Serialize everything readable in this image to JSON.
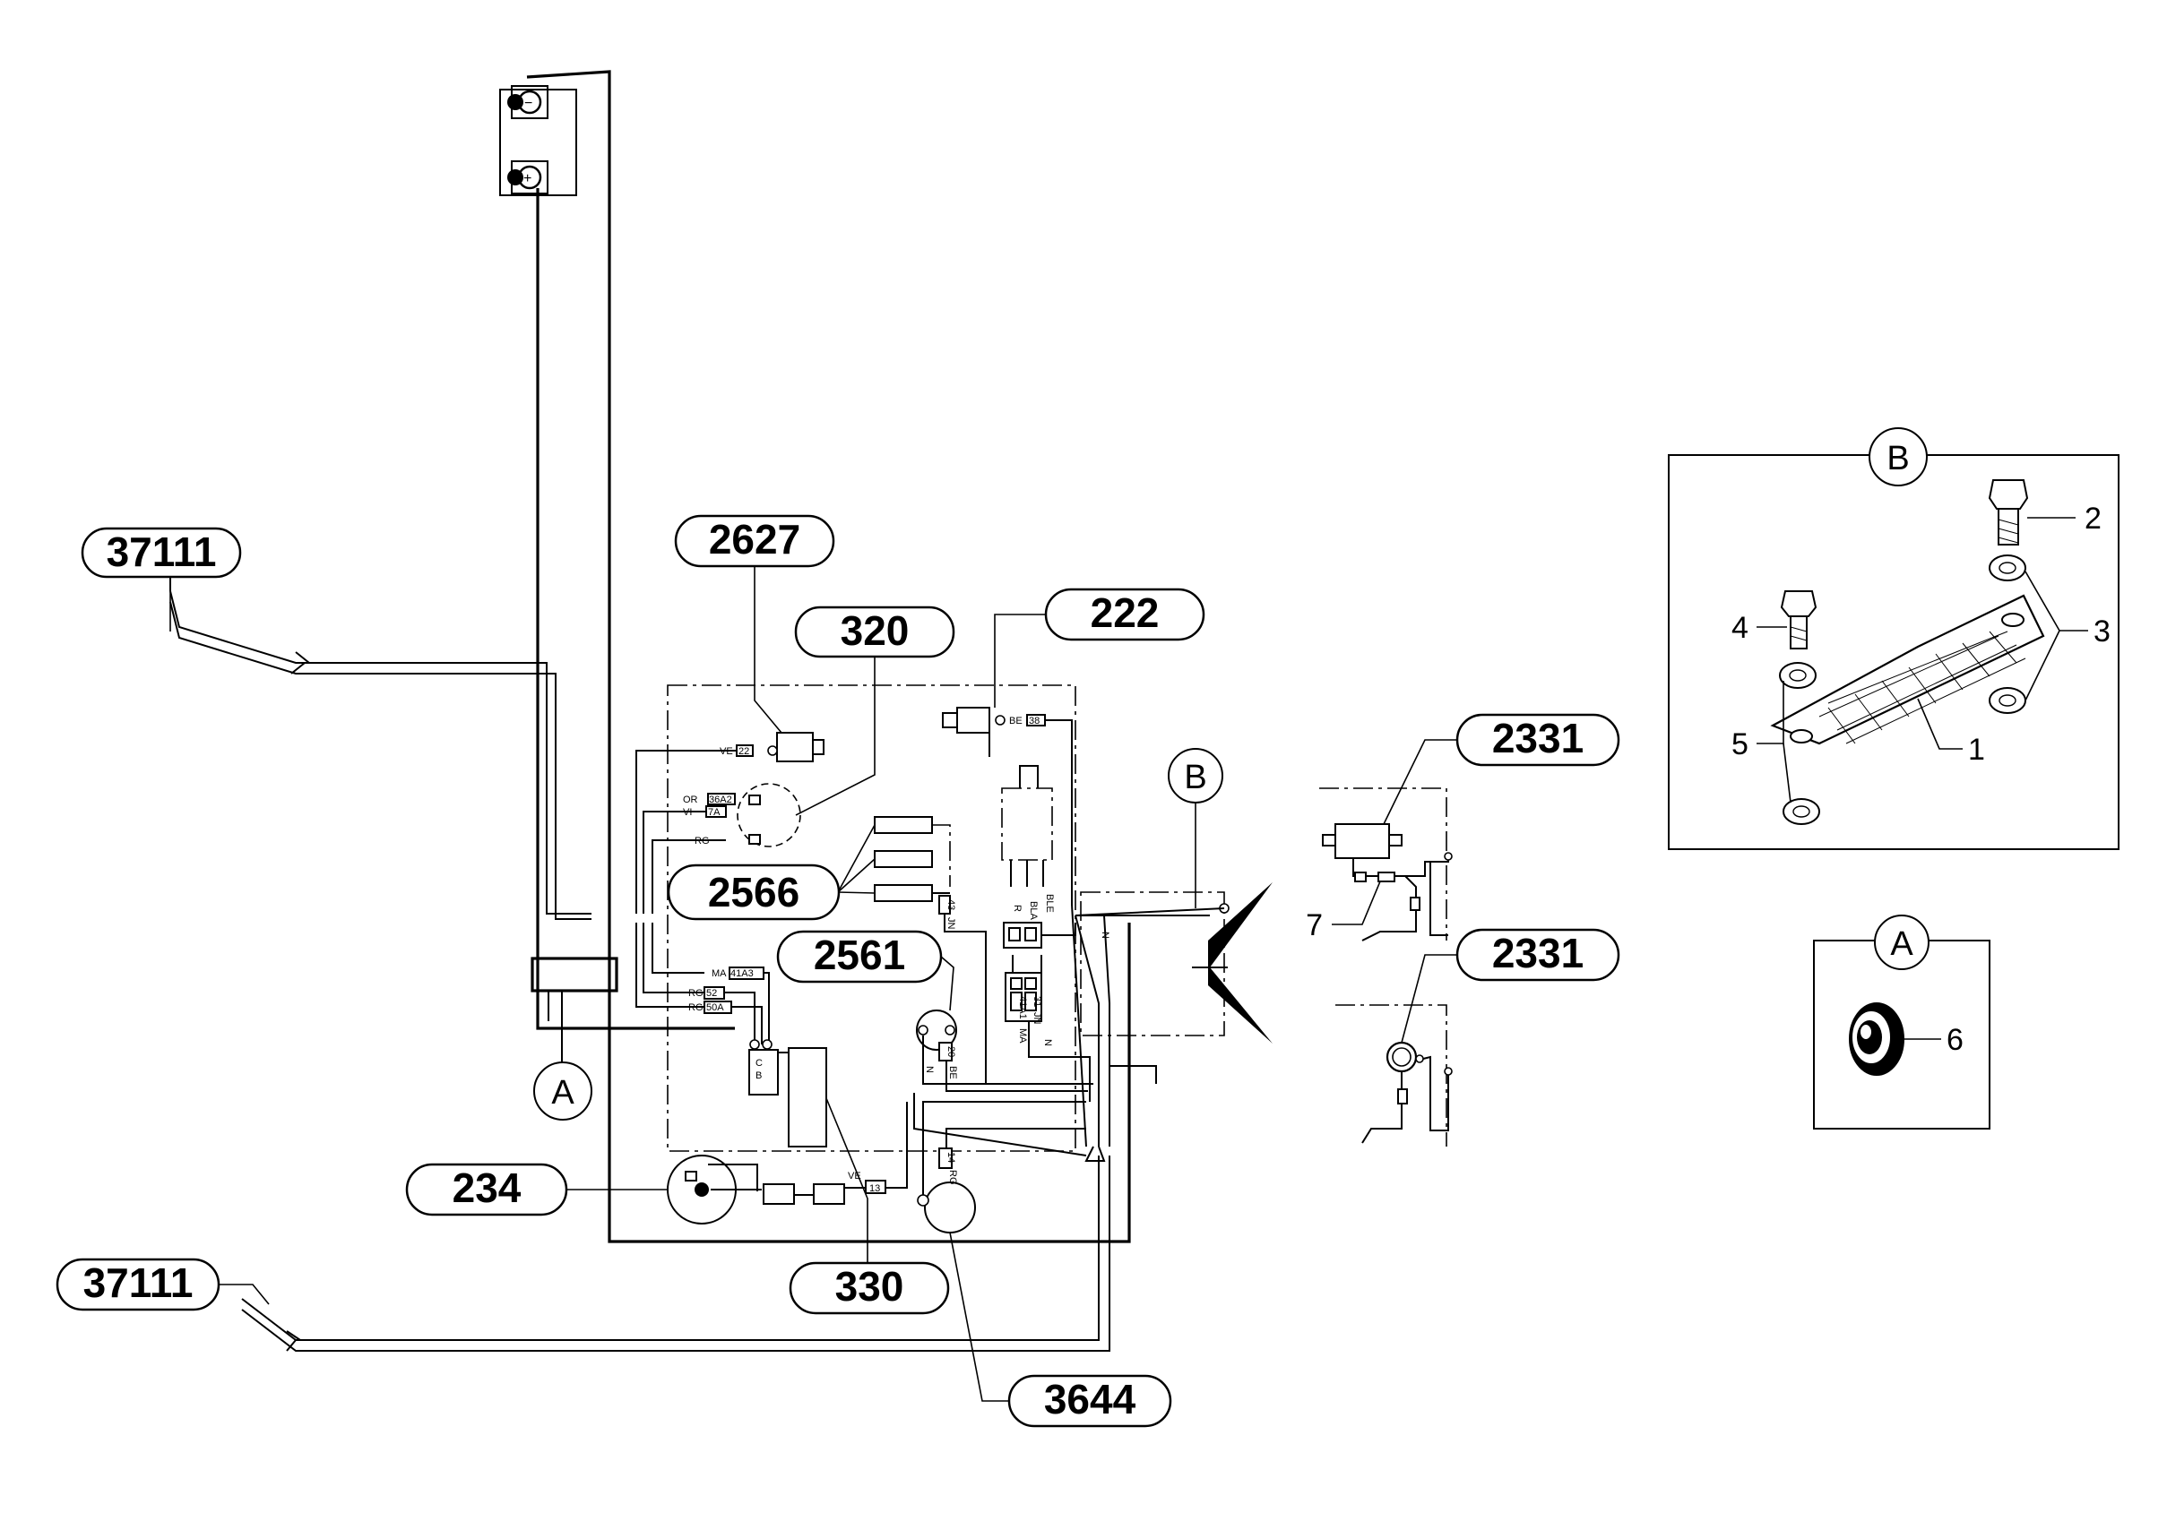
{
  "callouts": {
    "harness_top": "37111",
    "harness_bottom": "37111",
    "c2627": "2627",
    "c320": "320",
    "c222": "222",
    "c2566": "2566",
    "c2561": "2561",
    "c234": "234",
    "c330": "330",
    "c3644": "3644",
    "c2331_a": "2331",
    "c2331_b": "2331"
  },
  "detail_labels": {
    "A_main": "A",
    "B_main": "B",
    "B_box": "B",
    "A_box": "A"
  },
  "part_numbers": {
    "p1": "1",
    "p2": "2",
    "p3": "3",
    "p4": "4",
    "p5": "5",
    "p6": "6",
    "p7": "7"
  },
  "wire_codes": {
    "ve22": "VE",
    "n22": "22",
    "or": "OR",
    "n36a2": "36A2",
    "vi": "VI",
    "n7a": "7A",
    "rg1": "RG",
    "be38": "BE",
    "n38": "38",
    "ma41a3": "MA",
    "n41a3": "41A3",
    "rg52": "RG",
    "n52": "52",
    "rg50a": "RG",
    "n50a": "50A",
    "jn43": "JN",
    "n43": "43",
    "c_lbl": "C",
    "b_lbl": "B",
    "r": "R",
    "bla": "BLA",
    "ble": "BLE",
    "n20": "20",
    "be20": "BE",
    "n_a": "N",
    "n1": "N",
    "ve13": "VE",
    "n13": "13",
    "rg14": "RG",
    "n14": "14",
    "jn31": "JN",
    "n31": "31",
    "ma41a1": "MA",
    "n41a1": "41A1"
  }
}
